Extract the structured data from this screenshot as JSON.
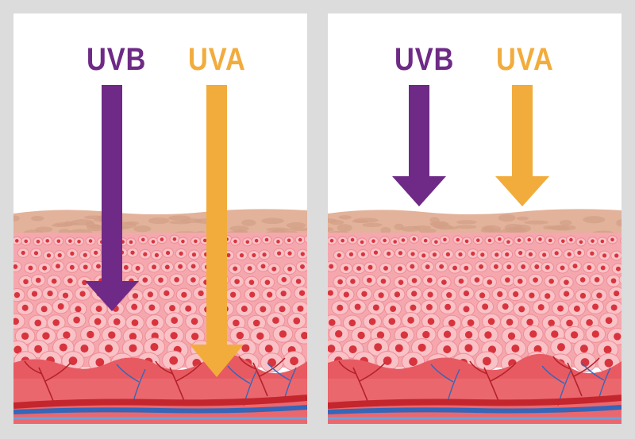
{
  "panels": [
    {
      "id": "without-protection",
      "uvb_label": "UVB",
      "uva_label": "UVA",
      "uvb_depth": "deep",
      "uva_depth": "deepest"
    },
    {
      "id": "with-protection",
      "uvb_label": "UVB",
      "uva_label": "UVA",
      "uvb_depth": "surface",
      "uva_depth": "surface"
    }
  ],
  "colors": {
    "uvb": "#6e2a86",
    "uva": "#f2ac3c",
    "background": "#dcdcdc",
    "cells": "#f7a6ad",
    "nucleus": "#d8343e",
    "dermis": "#e85a62",
    "artery": "#c4262e",
    "vein": "#3566b8"
  }
}
